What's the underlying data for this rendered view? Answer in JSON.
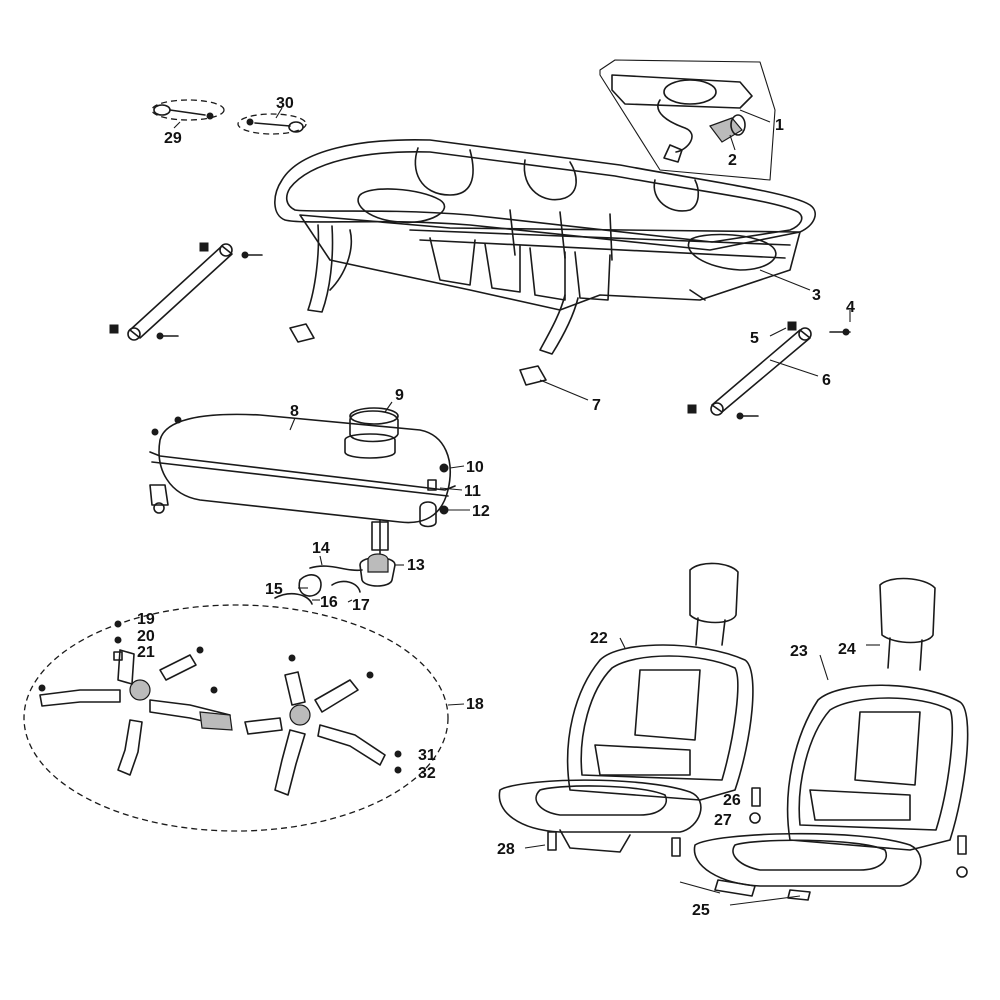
{
  "callouts": {
    "c1": "1",
    "c2": "2",
    "c3": "3",
    "c4": "4",
    "c5": "5",
    "c6": "6",
    "c7": "7",
    "c8": "8",
    "c9": "9",
    "c10": "10",
    "c11": "11",
    "c12": "12",
    "c13": "13",
    "c14": "14",
    "c15": "15",
    "c16": "16",
    "c17": "17",
    "c18": "18",
    "c19": "19",
    "c20": "20",
    "c21": "21",
    "c22": "22",
    "c23": "23",
    "c24": "24",
    "c25": "25",
    "c26": "26",
    "c27": "27",
    "c28": "28",
    "c29": "29",
    "c30": "30",
    "c31": "31",
    "c32": "32"
  },
  "colors": {
    "line": "#1a1a1a",
    "background": "#ffffff",
    "shade": "#bbbbbb"
  }
}
